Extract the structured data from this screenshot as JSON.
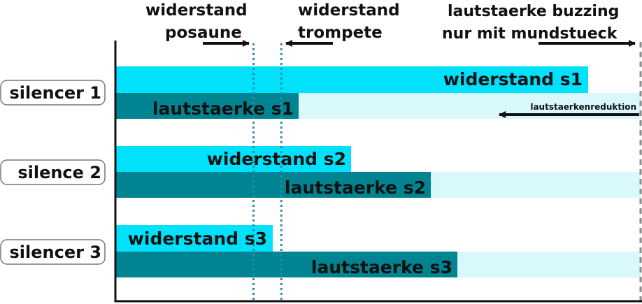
{
  "colors": {
    "widerstand_bar": "#00e1fc",
    "lautstaerke_bar": "#008492",
    "track_background": "#d9f8fc",
    "marker_line": "#2a8fa3",
    "limit_line": "#8a8a8a",
    "axis": "#111111",
    "arrow": "#111111"
  },
  "annotations": {
    "posaune_label_line1": "widerstand",
    "posaune_label_line2": "posaune",
    "trompete_label_line1": "widerstand",
    "trompete_label_line2": "trompete",
    "buzzing_label_line1": "lautstaerke buzzing",
    "buzzing_label_line2": "nur mit mundstueck",
    "reduction_label": "lautstaerkenreduktion"
  },
  "rows": [
    {
      "label": "silencer 1",
      "widerstand_label": "widerstand s1",
      "widerstand_level": 0.9,
      "lautstaerke_label": "lautstaerke s1",
      "lautstaerke_level": 0.348
    },
    {
      "label": "silence 2",
      "widerstand_label": "widerstand s2",
      "widerstand_level": 0.448,
      "lautstaerke_label": "lautstaerke s2",
      "lautstaerke_level": 0.6
    },
    {
      "label": "silencer 3",
      "widerstand_label": "widerstand s3",
      "widerstand_level": 0.298,
      "lautstaerke_label": "lautstaerke s3",
      "lautstaerke_level": 0.65
    }
  ],
  "markers": {
    "widerstand_posaune_level": 0.262,
    "widerstand_trompete_level": 0.315,
    "lautstaerke_buzzing_level": 1.0
  }
}
